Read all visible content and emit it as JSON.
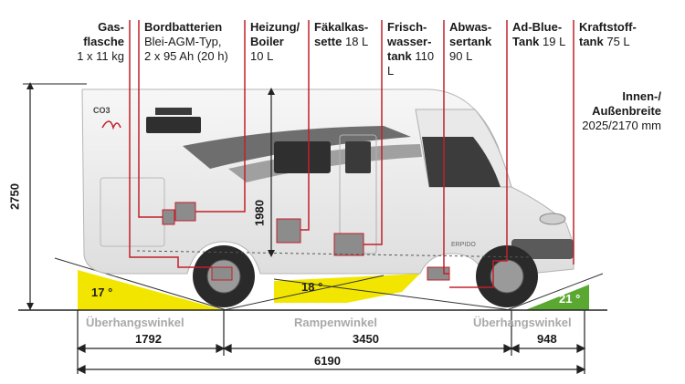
{
  "labels": {
    "gasflasche": {
      "title1": "Gas-",
      "title2": "flasche",
      "value": "1 x 11 kg"
    },
    "bordbatterien": {
      "title": "Bordbatterien",
      "value1": "Blei-AGM-Typ,",
      "value2": "2 x 95 Ah (20 h)"
    },
    "heizung": {
      "title1": "Heizung/",
      "title2": "Boiler",
      "value": "10 L"
    },
    "faekalkassette": {
      "title1": "Fäkalkas-",
      "title2": "sette",
      "value": "18 L"
    },
    "frischwasser": {
      "title1": "Frisch-",
      "title2": "wasser-",
      "title3": "tank",
      "value": "110 L"
    },
    "abwasser": {
      "title1": "Abwas-",
      "title2": "sertank",
      "value": "90 L"
    },
    "adblue": {
      "title1": "Ad-Blue-",
      "title2": "Tank",
      "value": "19 L"
    },
    "kraftstoff": {
      "title1": "Kraftstoff-",
      "title2": "tank",
      "value": "75 L"
    },
    "breite": {
      "title1": "Innen-/",
      "title2": "Außenbreite",
      "value": "2025/2170 mm"
    }
  },
  "dimensions": {
    "height_total": "2750",
    "height_interior": "1980",
    "overhang_rear": "1792",
    "wheelbase": "3450",
    "overhang_front": "948",
    "length_total": "6190"
  },
  "angles": {
    "rear": {
      "value": "17 °",
      "caption": "Überhangswinkel",
      "color": "#f2e600"
    },
    "ramp": {
      "value": "18 °",
      "caption": "Rampenwinkel",
      "color": "#f2e600"
    },
    "front": {
      "value": "21 °",
      "caption": "Überhangswinkel",
      "color": "#5aa832"
    }
  },
  "vehicle": {
    "badge": "CO3",
    "model": "ERPIDO"
  },
  "colors": {
    "leader": "#c0202a",
    "accent_gray": "#8a8a8a"
  }
}
